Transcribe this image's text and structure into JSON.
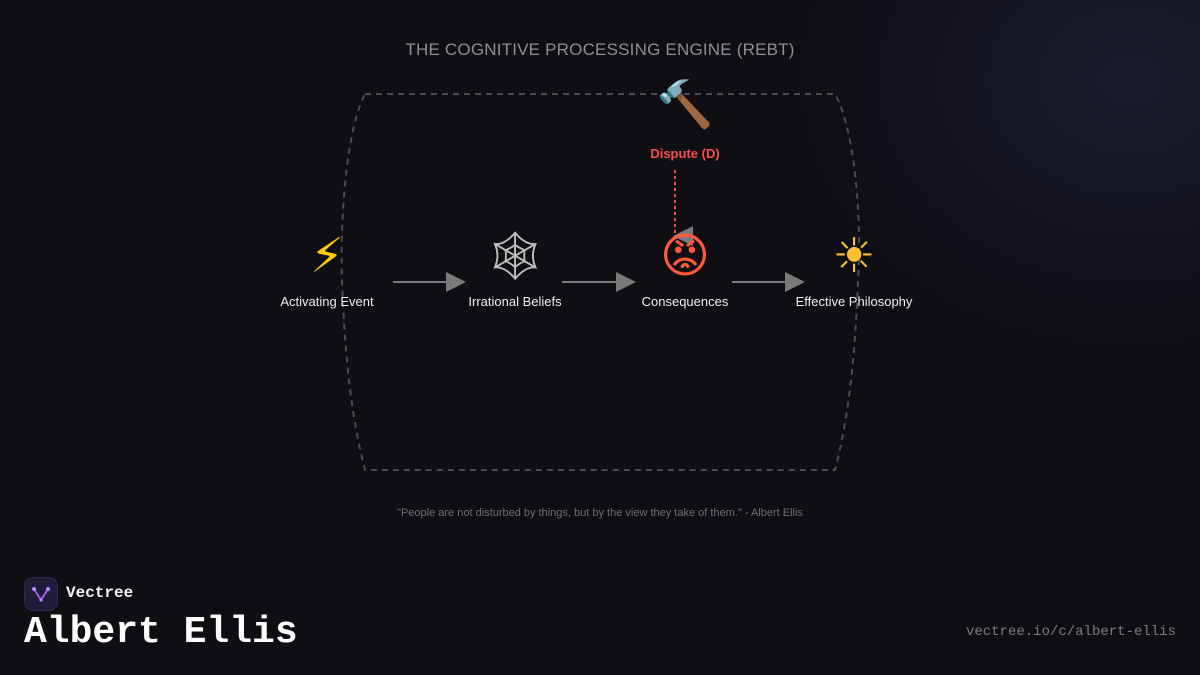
{
  "diagram": {
    "title": "THE COGNITIVE PROCESSING ENGINE (REBT)",
    "nodes": [
      {
        "label": "Activating Event",
        "icon_name": "lightning-icon",
        "glyph": "⚡"
      },
      {
        "label": "Irrational Beliefs",
        "icon_name": "spider-web-icon",
        "glyph": "🕸"
      },
      {
        "label": "Consequences",
        "icon_name": "angry-face-icon",
        "glyph": "😡"
      },
      {
        "label": "Effective Philosophy",
        "icon_name": "sun-icon",
        "glyph": "☀"
      }
    ],
    "dispute": {
      "label": "Dispute (D)",
      "icon_name": "hammer-icon",
      "glyph": "🔨",
      "color": "#ff4d4d"
    },
    "quote": "\"People are not disturbed by things, but by the view they take of them.\" - Albert Ellis"
  },
  "footer": {
    "brand": "Vectree",
    "author": "Albert Ellis",
    "url": "vectree.io/c/albert-ellis"
  },
  "colors": {
    "background": "#0e0e13",
    "accent_purple": "#9b5de5",
    "dispute_red": "#ff4d4d",
    "frame_gray": "#4a4a4f"
  }
}
